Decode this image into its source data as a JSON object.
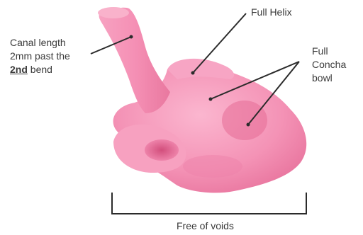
{
  "labels": {
    "canal_line1": "Canal length",
    "canal_line2": "2mm past the",
    "canal_line3_emph": "2nd",
    "canal_line3_rest": " bend",
    "helix": "Full Helix",
    "concha_line1": "Full",
    "concha_line2": "Concha",
    "concha_line3": "bowl",
    "voids": "Free of voids"
  },
  "colors": {
    "impression_light": "#f9a9c6",
    "impression_mid": "#f28aaf",
    "impression_dark": "#d9507e",
    "leader_line": "#2b2b2b",
    "text": "#3a3a3a"
  }
}
